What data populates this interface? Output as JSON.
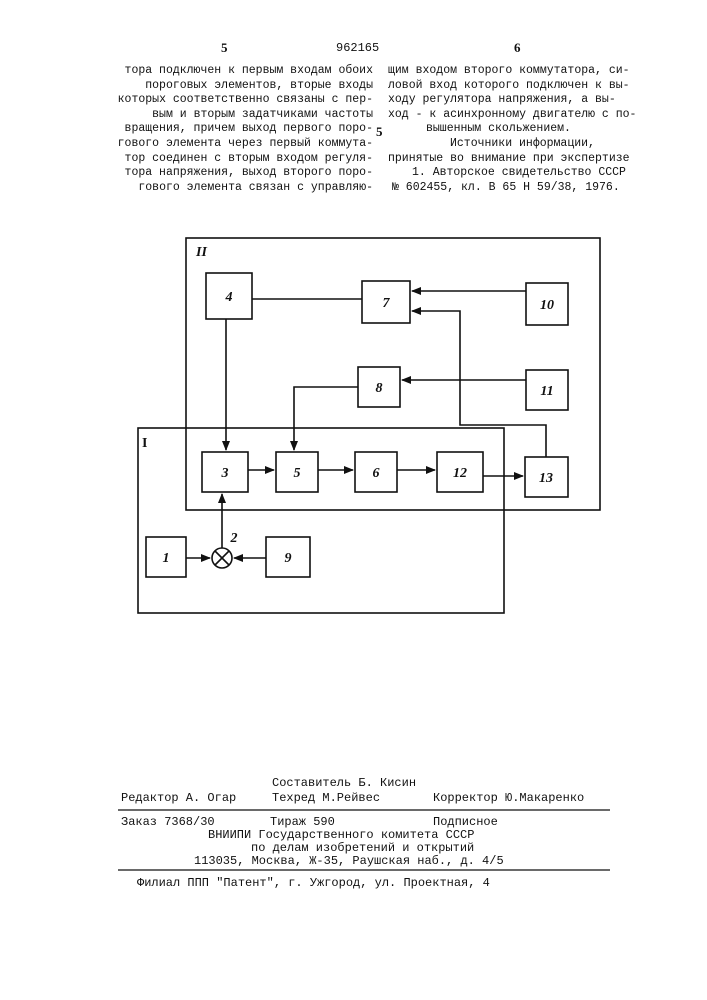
{
  "header": {
    "page_left": "5",
    "patent_number": "962165",
    "page_right": "6",
    "line_marker": "5"
  },
  "left_column": [
    "тора подключен к первым входам обоих",
    "пороговых элементов, вторые входы",
    "которых соответственно связаны с пер-",
    "вым и вторым задатчиками частоты",
    "вращения, причем выход первого поро-",
    "гового элемента через первый коммута-",
    "тор соединен с вторым входом регуля-",
    "тора напряжения, выход второго поро-",
    "гового элемента связан с управляю-"
  ],
  "right_column": [
    "щим входом второго коммутатора, си-",
    "ловой вход которого подключен к вы-",
    "ходу регулятора напряжения, а вы-",
    "ход - к асинхронному двигателю с по-",
    "вышенным скольжением."
  ],
  "sources": {
    "heading": "Источники информации,",
    "subheading": "принятые во внимание при экспертизе",
    "item_line1": "1. Авторское свидетельство СССР",
    "item_line2": "№ 602455, кл. В 65 Н 59/38, 1976."
  },
  "diagram": {
    "region_labels": [
      "II",
      "I"
    ],
    "blocks": [
      "1",
      "3",
      "4",
      "5",
      "6",
      "7",
      "8",
      "9",
      "10",
      "11",
      "12",
      "13"
    ],
    "summator_label": "2"
  },
  "imprint": {
    "compiler": "Составитель Б. Кисин",
    "editor": "Редактор А. Огар",
    "techred": "Техред М.Рейвес",
    "corrector": "Корректор  Ю.Макаренко",
    "order": "Заказ 7368/30",
    "circulation": "Тираж 590",
    "subscription": "Подписное",
    "org1": "ВНИИПИ Государственного комитета СССР",
    "org2": "по делам изобретений и открытий",
    "address": "113035, Москва, Ж-35,  Раушская наб., д. 4/5",
    "branch": "Филиал ППП \"Патент\", г. Ужгород, ул.  Проектная, 4"
  }
}
